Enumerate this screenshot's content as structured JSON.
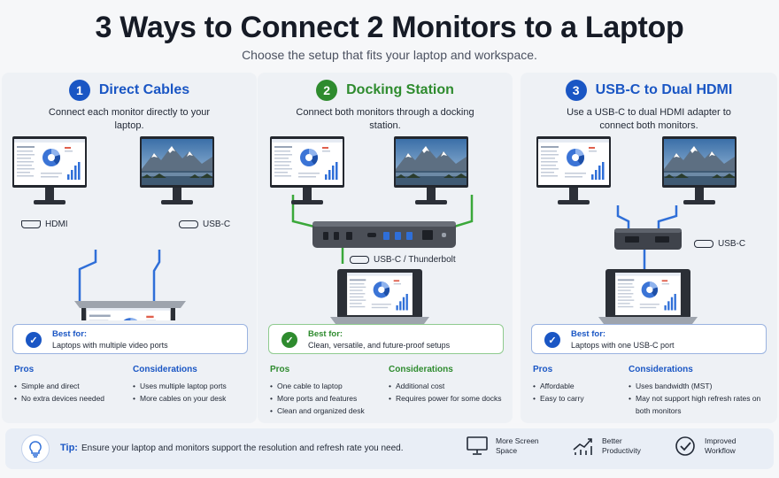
{
  "header": {
    "title": "3 Ways to Connect 2 Monitors to a Laptop",
    "subtitle": "Choose the setup that fits your laptop and workspace."
  },
  "colors": {
    "blue": "#1a56c4",
    "green": "#2e8b2e",
    "cable_blue": "#2f6fd8",
    "cable_green": "#3aa83a"
  },
  "panels": [
    {
      "number": "1",
      "title": "Direct Cables",
      "description": "Connect each monitor directly to your laptop.",
      "ports": {
        "left": "HDMI",
        "right": "USB-C"
      },
      "best_for_label": "Best for:",
      "best_for": "Laptops with multiple video ports",
      "pros_label": "Pros",
      "pros": [
        "Simple and direct",
        "No extra devices needed"
      ],
      "considerations_label": "Considerations",
      "considerations": [
        "Uses multiple laptop ports",
        "More cables on your desk"
      ]
    },
    {
      "number": "2",
      "title": "Docking Station",
      "description": "Connect both monitors through a docking station.",
      "ports": {
        "bottom": "USB-C / Thunderbolt"
      },
      "best_for_label": "Best for:",
      "best_for": "Clean, versatile, and future-proof setups",
      "pros_label": "Pros",
      "pros": [
        "One cable to laptop",
        "More ports and features",
        "Clean and organized desk"
      ],
      "considerations_label": "Considerations",
      "considerations": [
        "Additional cost",
        "Requires power for some docks"
      ]
    },
    {
      "number": "3",
      "title": "USB-C to Dual HDMI",
      "description": "Use a USB-C to dual HDMI adapter to connect both monitors.",
      "ports": {
        "right": "USB-C"
      },
      "best_for_label": "Best for:",
      "best_for": "Laptops with one USB-C port",
      "pros_label": "Pros",
      "pros": [
        "Affordable",
        "Easy to carry"
      ],
      "considerations_label": "Considerations",
      "considerations": [
        "Uses bandwidth (MST)",
        "May not support high refresh rates on both monitors"
      ]
    }
  ],
  "tip": {
    "label": "Tip:",
    "text": "Ensure your laptop and monitors support the resolution and refresh rate you need.",
    "icon": "lightbulb-icon"
  },
  "benefits": [
    {
      "text": "More Screen Space",
      "icon": "monitor-icon"
    },
    {
      "text": "Better Productivity",
      "icon": "chart-icon"
    },
    {
      "text": "Improved Workflow",
      "icon": "check-circle-icon"
    }
  ]
}
